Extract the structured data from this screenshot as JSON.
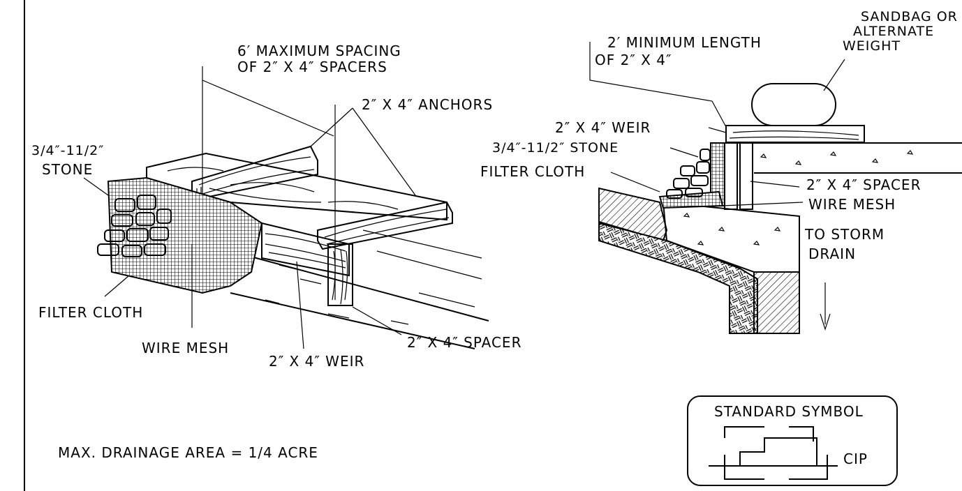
{
  "left": {
    "spacing_l1": "6′ MAXIMUM SPACING",
    "spacing_l2": "OF 2″ X 4″ SPACERS",
    "anchors": "2″ X 4″ ANCHORS",
    "stone_l1": "3/4″-11/2″",
    "stone_l2": "STONE",
    "filter": "FILTER CLOTH",
    "mesh": "WIRE MESH",
    "weir": "2″ X 4″ WEIR",
    "spacer": "2″ X 4″ SPACER",
    "drainage": "MAX. DRAINAGE AREA = 1/4 ACRE"
  },
  "right": {
    "minlen_l1": "2′ MINIMUM LENGTH",
    "minlen_l2": "OF 2″ X 4″",
    "sandbag_l1": "SANDBAG OR",
    "sandbag_l2": "ALTERNATE",
    "sandbag_l3": "WEIGHT",
    "weir": "2″ X 4″ WEIR",
    "stone": "3/4″-11/2″ STONE",
    "filter": "FILTER CLOTH",
    "spacer": "2″ X 4″ SPACER",
    "mesh": "WIRE MESH",
    "storm_l1": "TO STORM",
    "storm_l2": "DRAIN"
  },
  "symbol": {
    "title": "STANDARD SYMBOL",
    "code": "CIP"
  },
  "colors": {
    "ink": "#000000",
    "paper": "#ffffff"
  }
}
